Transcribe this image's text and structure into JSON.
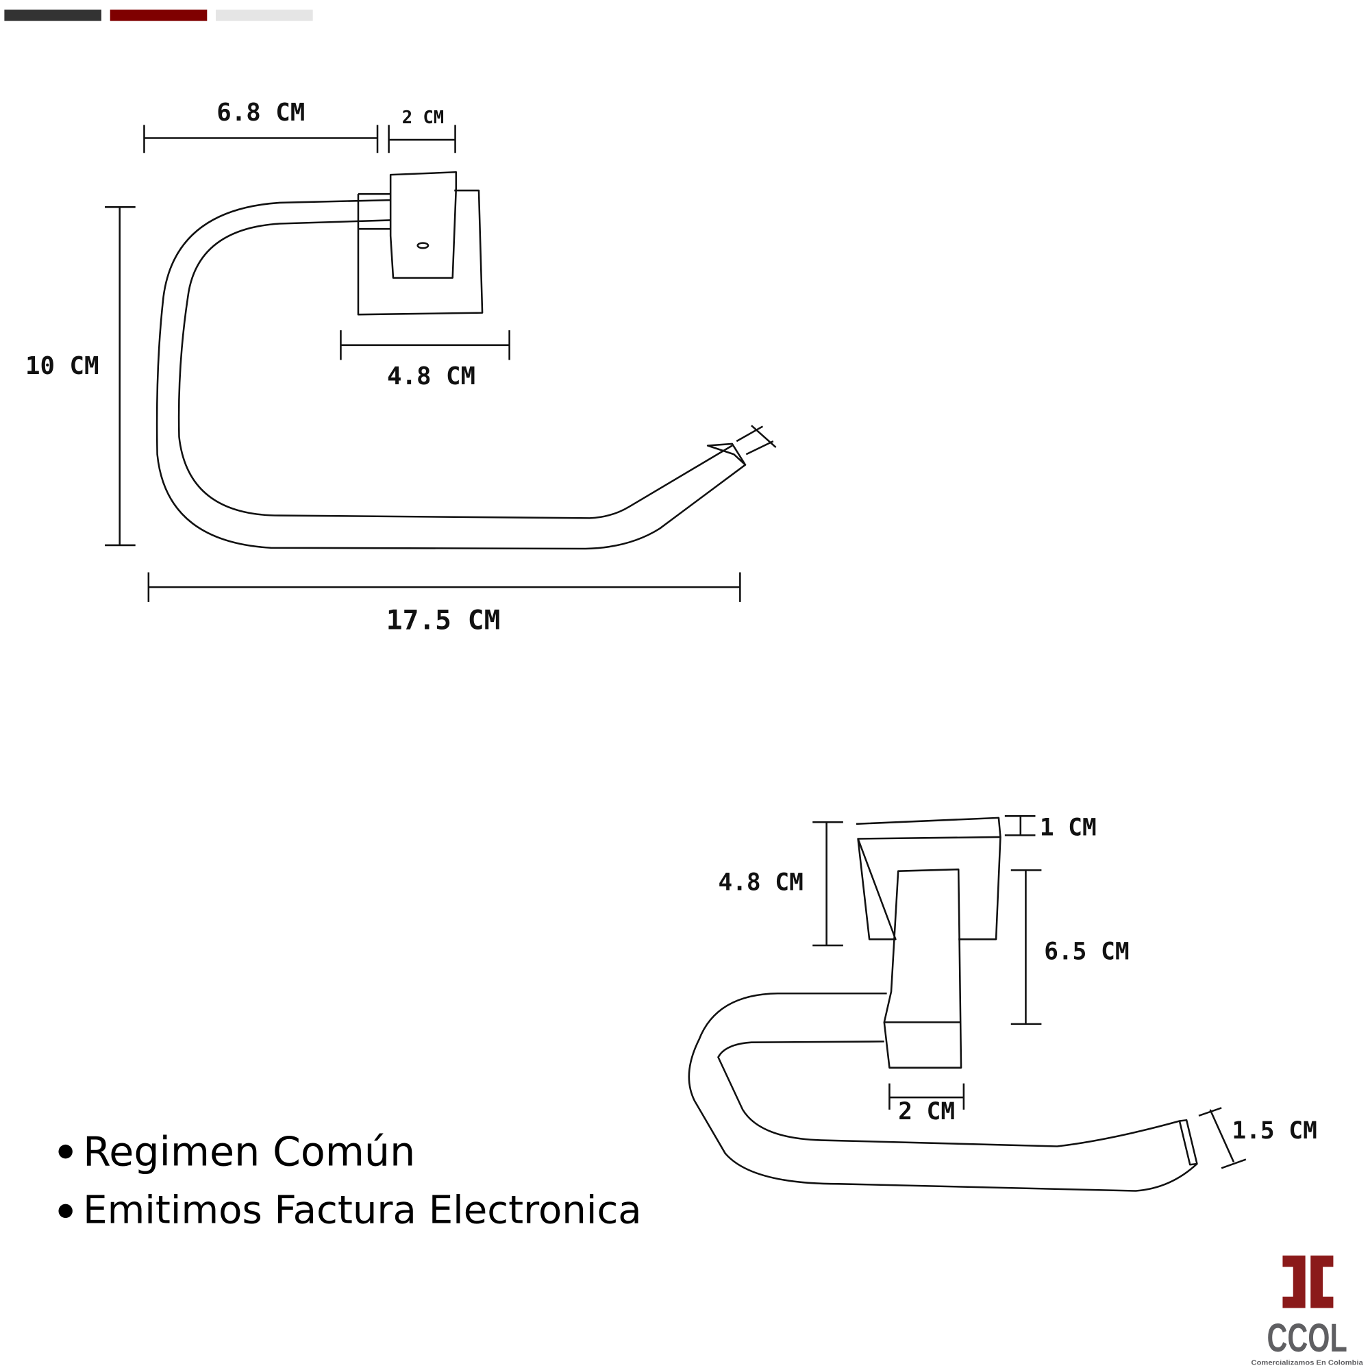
{
  "header_bars": {
    "colors": [
      "#333333",
      "#7f0000",
      "#e5e5e5"
    ]
  },
  "top_view": {
    "dim_arm_depth": "6.8 CM",
    "dim_post_width": "2 CM",
    "dim_height": "10 CM",
    "dim_base_width": "4.8 CM",
    "dim_total_width": "17.5 CM"
  },
  "side_view": {
    "dim_base_thickness": "1 CM",
    "dim_base_height": "4.8 CM",
    "dim_post_length": "6.5 CM",
    "dim_post_width": "2 CM",
    "dim_bar_thickness": "1.5 CM"
  },
  "notes": [
    "Regimen Común",
    "Emitimos Factura Electronica"
  ],
  "logo": {
    "mark": "CC",
    "name": "CCOL",
    "tagline": "Comercializamos En Colombia",
    "mark_color": "#8b1a1a",
    "name_color": "#5f5f62"
  }
}
